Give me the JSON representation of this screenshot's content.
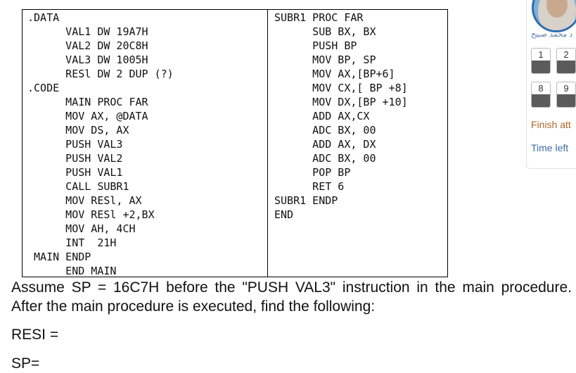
{
  "code": {
    "left": [
      ".DATA",
      "      VAL1 DW 19A7H",
      "      VAL2 DW 20C8H",
      "      VAL3 DW 1005H",
      "      RESl DW 2 DUP (?)",
      ".CODE",
      "      MAIN PROC FAR",
      "      MOV AX, @DATA",
      "      MOV DS, AX",
      "      PUSH VAL3",
      "      PUSH VAL2",
      "      PUSH VAL1",
      "      CALL SUBR1",
      "      MOV RESl, AX",
      "      MOV RESl +2,BX",
      "      MOV AH, 4CH",
      "      INT  21H",
      " MAIN ENDP",
      "      END MAIN"
    ],
    "right": [
      "SUBR1 PROC FAR",
      "      SUB BX, BX",
      "      PUSH BP",
      "      MOV BP, SP",
      "      MOV AX,[BP+6]",
      "      MOV CX,[ BP +8]",
      "      MOV DX,[BP +10]",
      "      ADD AX,CX",
      "      ADC BX, 00",
      "      ADD AX, DX",
      "      ADC BX, 00",
      "      POP BP",
      "      RET 6",
      "SUBR1 ENDP",
      "END"
    ]
  },
  "question": "Assume SP = 16C7H before the \"PUSH VAL3\" instruction in the main procedure. After the main procedure is executed, find the following:",
  "answers": {
    "resi_label": "RESI =",
    "sp_label": "SP="
  },
  "sidebar": {
    "username": "د محمد صبيح",
    "questions": [
      "1",
      "2",
      "8",
      "9"
    ],
    "finish": "Finish att",
    "time_left": "Time left"
  }
}
